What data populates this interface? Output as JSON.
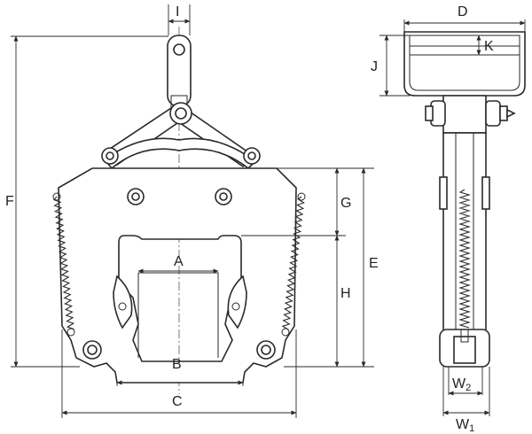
{
  "labels": {
    "A": "A",
    "B": "B",
    "C": "C",
    "D": "D",
    "E": "E",
    "F": "F",
    "G": "G",
    "H": "H",
    "I": "I",
    "J": "J",
    "K": "K",
    "W2": "W",
    "W2_sub": "2",
    "W1": "W",
    "W1_sub": "1"
  }
}
